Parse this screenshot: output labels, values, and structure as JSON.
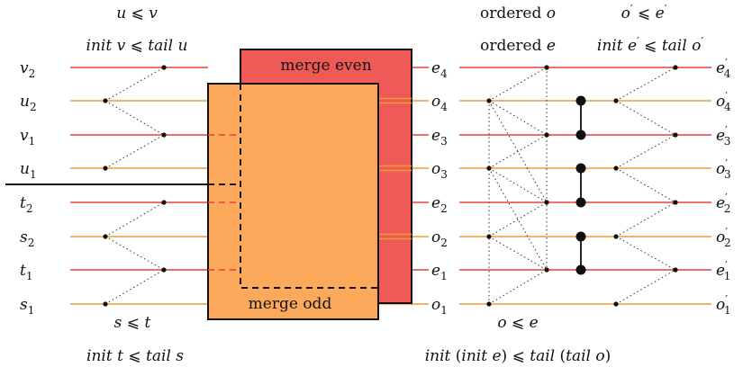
{
  "colors": {
    "red_wire": "#e8403a",
    "orange_wire": "#f29a3a",
    "merge_even_fill": "#ef5a57",
    "merge_odd_fill": "#fca95b",
    "black": "#111111"
  },
  "left_inputs": [
    {
      "base": "v",
      "sub": "2"
    },
    {
      "base": "u",
      "sub": "2"
    },
    {
      "base": "v",
      "sub": "1"
    },
    {
      "base": "u",
      "sub": "1"
    },
    {
      "base": "t",
      "sub": "2"
    },
    {
      "base": "s",
      "sub": "2"
    },
    {
      "base": "t",
      "sub": "1"
    },
    {
      "base": "s",
      "sub": "1"
    }
  ],
  "mid_outputs": [
    {
      "base": "e",
      "sub": "4"
    },
    {
      "base": "o",
      "sub": "4"
    },
    {
      "base": "e",
      "sub": "3"
    },
    {
      "base": "o",
      "sub": "3"
    },
    {
      "base": "e",
      "sub": "2"
    },
    {
      "base": "o",
      "sub": "2"
    },
    {
      "base": "e",
      "sub": "1"
    },
    {
      "base": "o",
      "sub": "1"
    }
  ],
  "right_outputs": [
    {
      "base": "e",
      "sub": "4"
    },
    {
      "base": "o",
      "sub": "4"
    },
    {
      "base": "e",
      "sub": "3"
    },
    {
      "base": "o",
      "sub": "3"
    },
    {
      "base": "e",
      "sub": "2"
    },
    {
      "base": "o",
      "sub": "2"
    },
    {
      "base": "e",
      "sub": "1"
    },
    {
      "base": "o",
      "sub": "1"
    }
  ],
  "boxes": {
    "merge_even": "merge even",
    "merge_odd": "merge odd"
  },
  "annotations": {
    "top_left_1": {
      "a": "u",
      "rel": " ⩽ ",
      "b": "v"
    },
    "top_left_2": {
      "kw": "init",
      "a": " v",
      "rel": " ⩽ ",
      "kw2": "tail",
      "b": " u"
    },
    "bottom_left_1": {
      "a": "s",
      "rel": " ⩽ ",
      "b": "t"
    },
    "bottom_left_2": {
      "kw": "init",
      "a": " t",
      "rel": " ⩽ ",
      "kw2": "tail",
      "b": " s"
    },
    "top_mid_1": {
      "word": "ordered ",
      "var": "o"
    },
    "top_mid_2": {
      "word": "ordered ",
      "var": "e"
    },
    "top_right_1": {
      "a": "o",
      "rel": " ⩽ ",
      "b": "e"
    },
    "top_right_2": {
      "kw": "init",
      "a": " e",
      "rel": " ⩽ ",
      "kw2": "tail",
      "b": " o"
    },
    "bottom_mid_1": {
      "a": "o",
      "rel": " ⩽ ",
      "b": "e"
    },
    "bottom_mid_2": {
      "kw": "init",
      "paren1": " (",
      "kw3": "init",
      "a": " e",
      "paren2": ")",
      "rel": " ⩽ ",
      "kw2": "tail",
      "paren3": " (",
      "kw4": "tail",
      "b": " o",
      "paren4": ")"
    }
  }
}
